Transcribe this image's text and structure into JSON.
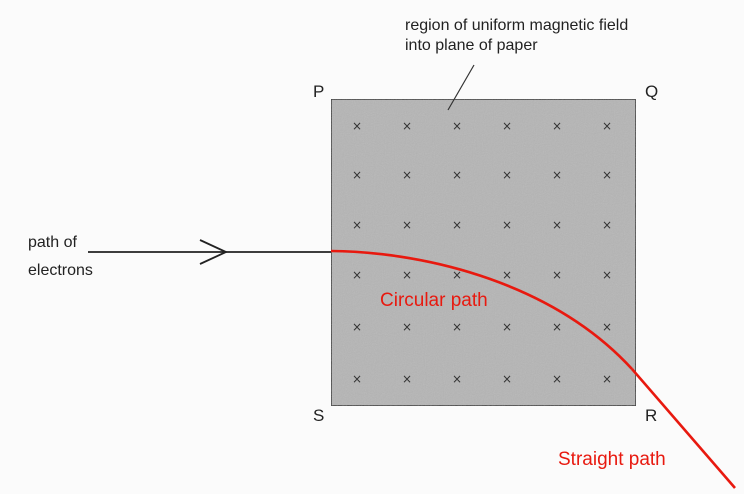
{
  "field_label": {
    "line1": "region of uniform magnetic field",
    "line2": "into plane of paper"
  },
  "corners": {
    "top_left": "P",
    "top_right": "Q",
    "bottom_left": "S",
    "bottom_right": "R"
  },
  "electron_label": {
    "line1": "path of",
    "line2": "electrons"
  },
  "circular_path_label": "Circular path",
  "straight_path_label": "Straight path",
  "field_marker": "×",
  "colors": {
    "path": "#e8190f",
    "field_region": "#b5b5b5",
    "ink": "#222222"
  }
}
